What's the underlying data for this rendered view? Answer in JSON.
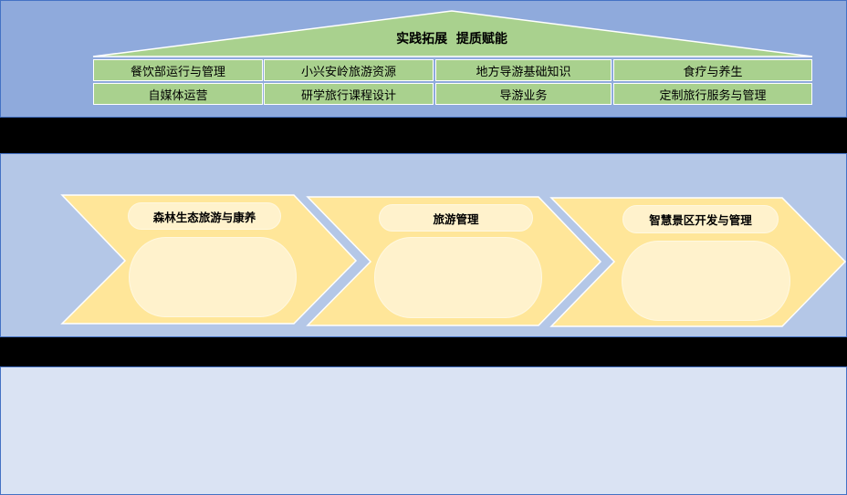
{
  "roof": {
    "title": "实践拓展  提质赋能",
    "courses": [
      [
        "餐饮部运行与管理",
        "小兴安岭旅游资源",
        "地方导游基础知识",
        "食疗与养生"
      ],
      [
        "自媒体运营",
        "研学旅行课程设计",
        "导游业务",
        "定制旅行服务与管理"
      ]
    ]
  },
  "process": {
    "steps": [
      {
        "title": "森林生态旅游与康养"
      },
      {
        "title": "旅游管理"
      },
      {
        "title": "智慧景区开发与管理"
      }
    ]
  },
  "colors": {
    "top_band": "#8faadc",
    "mid_band": "#b4c7e7",
    "bottom_band": "#dae3f3",
    "roof": "#a9d18e",
    "chevron": "#ffe699",
    "pill": "#fff2cc"
  }
}
